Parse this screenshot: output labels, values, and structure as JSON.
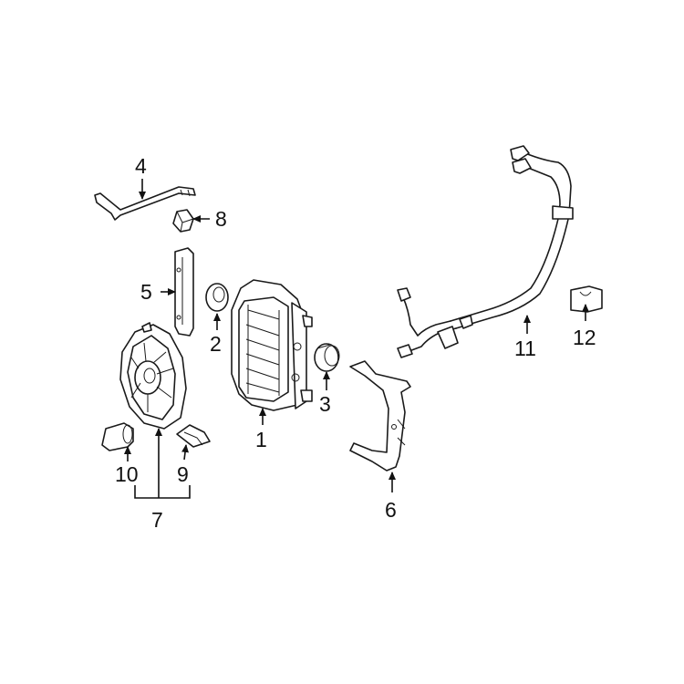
{
  "callouts": {
    "c1": "1",
    "c2": "2",
    "c3": "3",
    "c4": "4",
    "c5": "5",
    "c6": "6",
    "c7": "7",
    "c8": "8",
    "c9": "9",
    "c10": "10",
    "c11": "11",
    "c12": "12"
  },
  "parts": [
    {
      "callout": "1",
      "icon": "transmission-oil-cooler"
    },
    {
      "callout": "2",
      "icon": "insulator-grommet"
    },
    {
      "callout": "3",
      "icon": "insulator-grommet"
    },
    {
      "callout": "4",
      "icon": "upper-bracket"
    },
    {
      "callout": "5",
      "icon": "side-bracket"
    },
    {
      "callout": "6",
      "icon": "mounting-bracket"
    },
    {
      "callout": "7",
      "icon": "fan-assembly"
    },
    {
      "callout": "8",
      "icon": "clip"
    },
    {
      "callout": "9",
      "icon": "retainer"
    },
    {
      "callout": "10",
      "icon": "insulator"
    },
    {
      "callout": "11",
      "icon": "cooler-lines"
    },
    {
      "callout": "12",
      "icon": "line-clip"
    }
  ]
}
